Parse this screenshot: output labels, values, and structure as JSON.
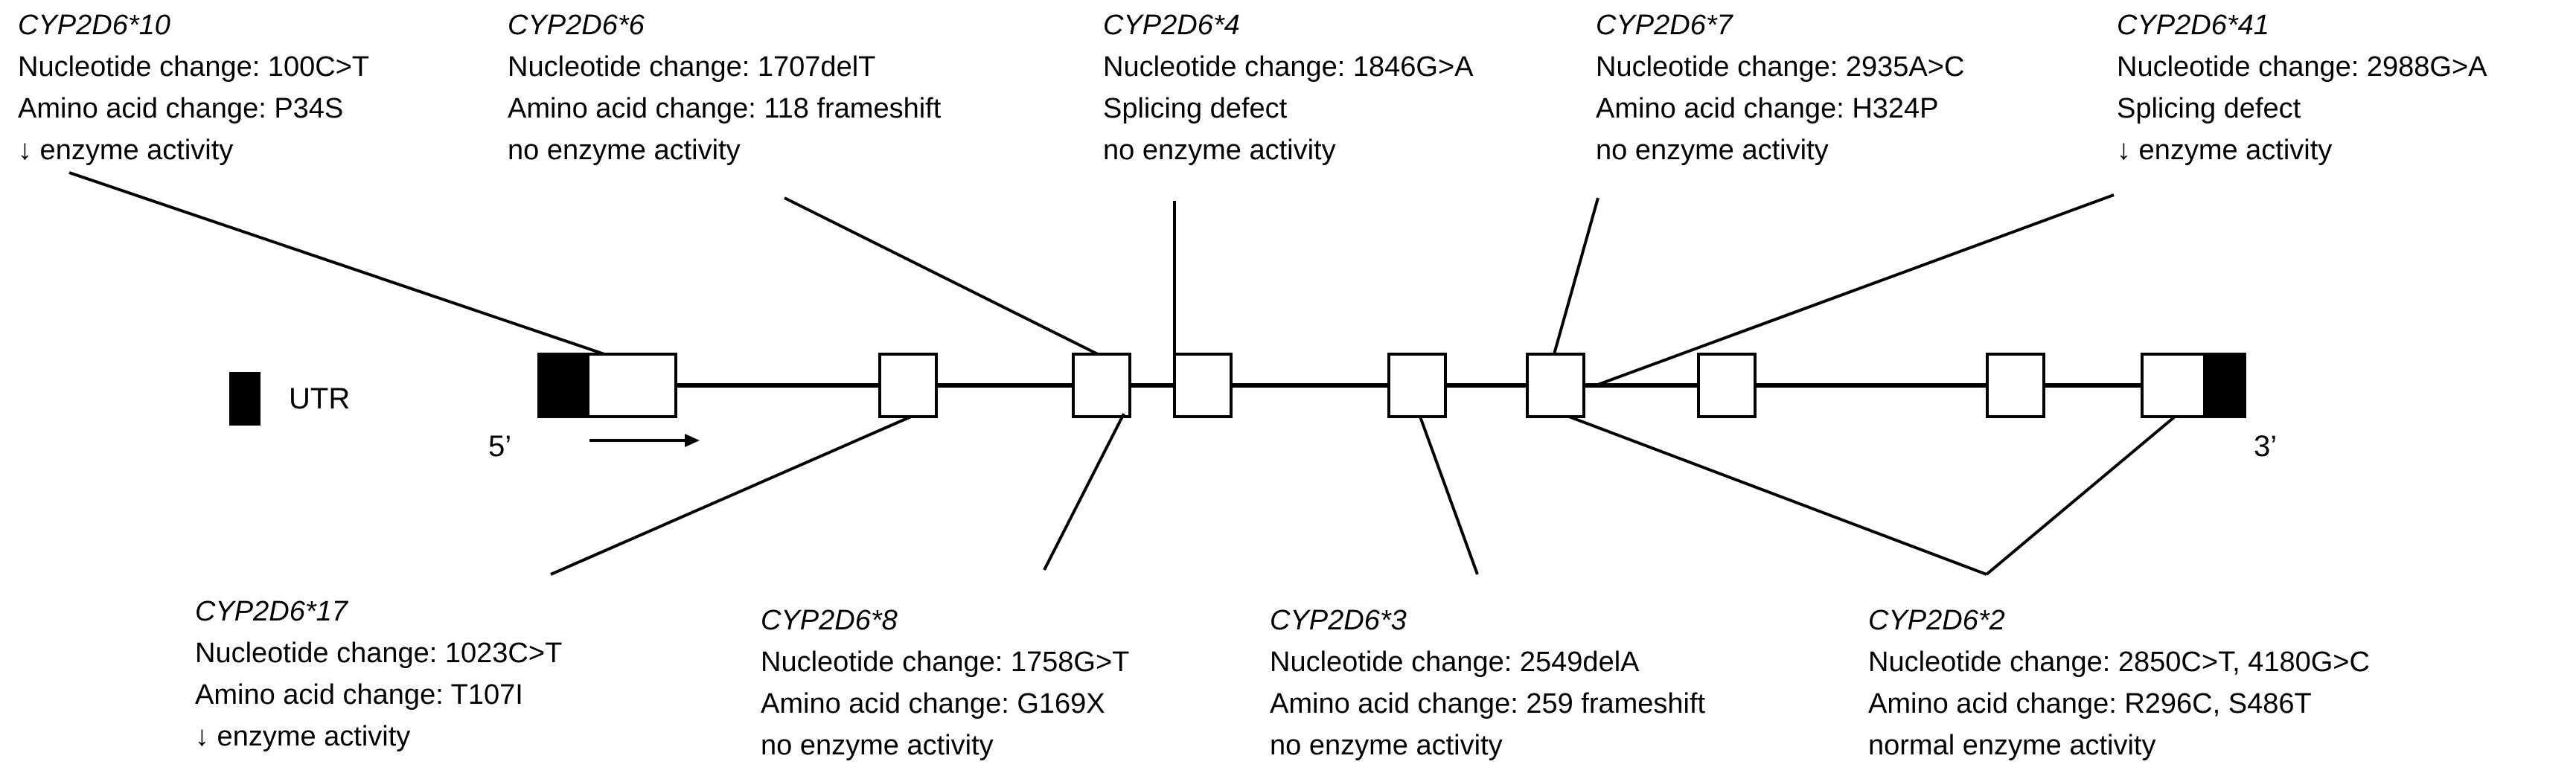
{
  "legend": {
    "label": "UTR",
    "color": "#000000"
  },
  "ends": {
    "five_prime": "5’",
    "three_prime": "3’"
  },
  "colors": {
    "exon_fill": "#ffffff",
    "utr_fill": "#000000",
    "line": "#000000"
  },
  "alleles_top": [
    {
      "name": "CYP2D6*10",
      "nucleotide": "Nucleotide change: 100C>T",
      "effect1": "Amino acid change: P34S",
      "effect2": "↓ enzyme activity"
    },
    {
      "name": "CYP2D6*6",
      "nucleotide": "Nucleotide change: 1707delT",
      "effect1": "Amino acid change: 118 frameshift",
      "effect2": "no enzyme activity"
    },
    {
      "name": "CYP2D6*4",
      "nucleotide": "Nucleotide change: 1846G>A",
      "effect1": "Splicing defect",
      "effect2": "no enzyme activity"
    },
    {
      "name": "CYP2D6*7",
      "nucleotide": "Nucleotide change: 2935A>C",
      "effect1": "Amino acid change: H324P",
      "effect2": "no enzyme activity"
    },
    {
      "name": "CYP2D6*41",
      "nucleotide": "Nucleotide change: 2988G>A",
      "effect1": "Splicing defect",
      "effect2": "↓ enzyme activity"
    }
  ],
  "alleles_bottom": [
    {
      "name": "CYP2D6*17",
      "nucleotide": "Nucleotide change: 1023C>T",
      "effect1": "Amino acid change: T107I",
      "effect2": "↓ enzyme activity"
    },
    {
      "name": "CYP2D6*8",
      "nucleotide": "Nucleotide change: 1758G>T",
      "effect1": "Amino acid change: G169X",
      "effect2": "no enzyme activity"
    },
    {
      "name": "CYP2D6*3",
      "nucleotide": "Nucleotide change: 2549delA",
      "effect1": "Amino acid change: 259 frameshift",
      "effect2": "no enzyme activity"
    },
    {
      "name": "CYP2D6*2",
      "nucleotide": "Nucleotide change: 2850C>T, 4180G>C",
      "effect1": "Amino acid change: R296C, S486T",
      "effect2": "normal enzyme activity"
    }
  ]
}
